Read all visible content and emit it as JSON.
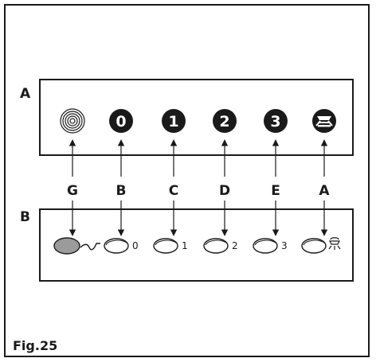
{
  "figure": {
    "caption": "Fig.25",
    "panel_a_label": "A",
    "panel_b_label": "B"
  },
  "panel_a_buttons": [
    {
      "icon": "spiral-icon",
      "number": ""
    },
    {
      "icon": "number-button",
      "number": "0"
    },
    {
      "icon": "number-button",
      "number": "1"
    },
    {
      "icon": "number-button",
      "number": "2"
    },
    {
      "icon": "number-button",
      "number": "3"
    },
    {
      "icon": "cup-lamp-icon",
      "number": ""
    }
  ],
  "connectors": [
    "G",
    "B",
    "C",
    "D",
    "E",
    "A"
  ],
  "panel_b_buttons": [
    {
      "label": "",
      "icon": "toggle-pointer-icon"
    },
    {
      "label": "0",
      "icon": ""
    },
    {
      "label": "1",
      "icon": ""
    },
    {
      "label": "2",
      "icon": ""
    },
    {
      "label": "3",
      "icon": ""
    },
    {
      "label": "",
      "icon": "cup-drip-icon"
    }
  ],
  "colors": {
    "ink": "#1a1a1a",
    "filled_button": "#9b9b9b"
  }
}
